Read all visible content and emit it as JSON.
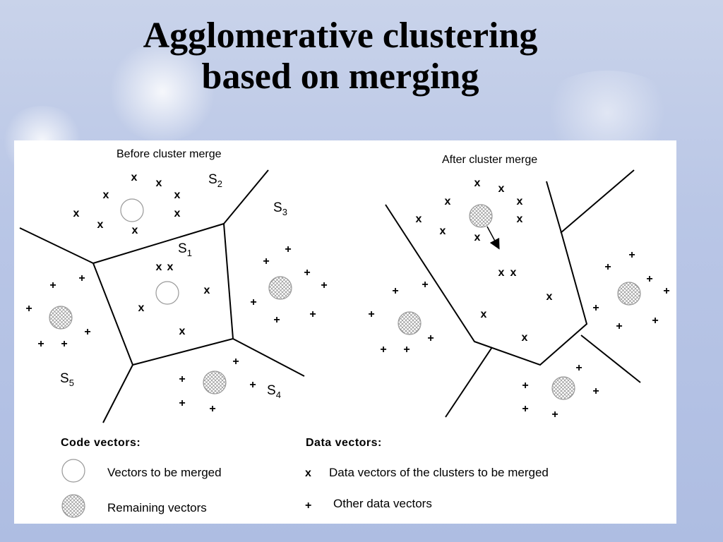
{
  "title": {
    "line1": "Agglomerative clustering",
    "line2": "based on merging"
  },
  "before": {
    "caption": "Before cluster merge",
    "labels": [
      {
        "main": "S",
        "sub": "2"
      },
      {
        "main": "S",
        "sub": "3"
      },
      {
        "main": "S",
        "sub": "1"
      },
      {
        "main": "S",
        "sub": "5"
      },
      {
        "main": "S",
        "sub": "4"
      }
    ]
  },
  "after": {
    "caption": "After cluster merge"
  },
  "markers": {
    "merged": "x",
    "other": "+"
  },
  "legend": {
    "code_title": "Code vectors:",
    "code_merged": "Vectors to be merged",
    "code_remaining": "Remaining vectors",
    "data_title": "Data vectors:",
    "data_merged_symbol": "x",
    "data_merged": "Data vectors of the clusters to be merged",
    "data_other_symbol": "+",
    "data_other": "Other data vectors"
  }
}
